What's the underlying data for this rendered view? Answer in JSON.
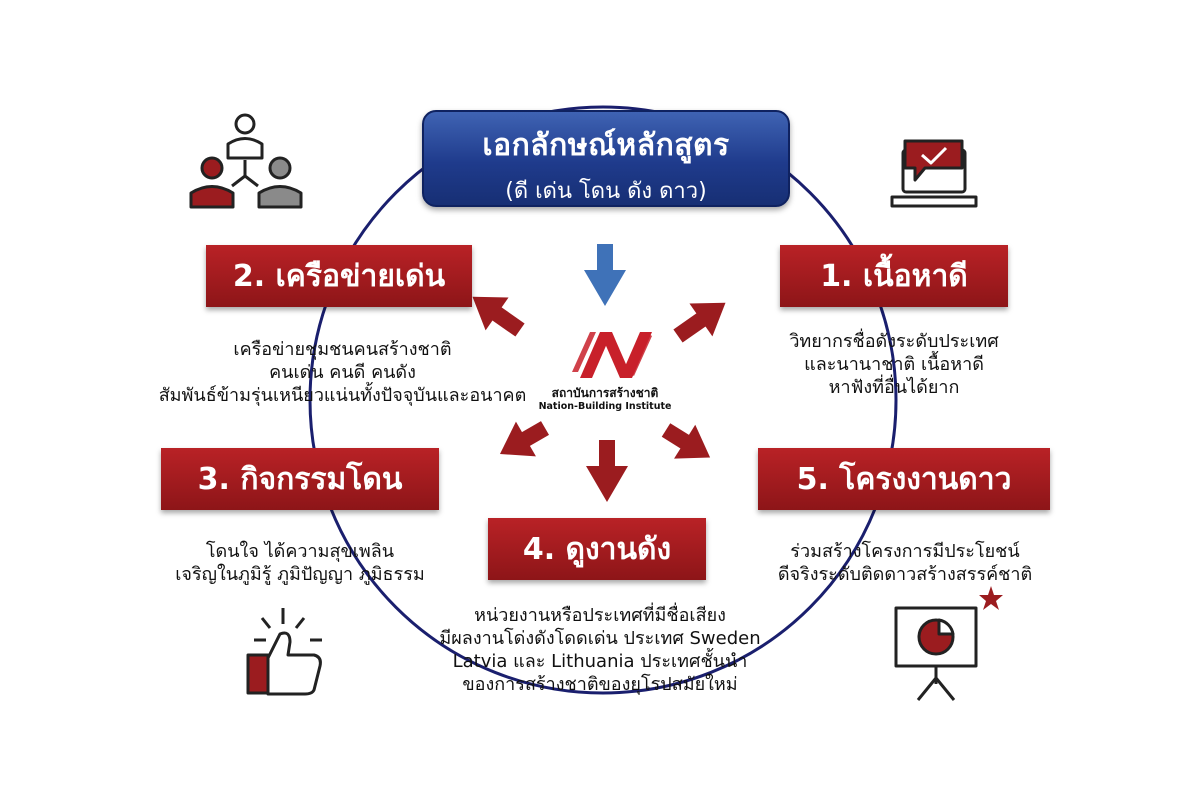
{
  "header": {
    "title": "เอกลักษณ์หลักสูตร",
    "subtitle": "(ดี เด่น โดน ดัง ดาว)"
  },
  "logo": {
    "name_th": "สถาบันการสร้างชาติ",
    "name_en": "Nation-Building Institute",
    "icon": "nbi-logo-icon"
  },
  "items": [
    {
      "label": "1. เนื้อหาดี",
      "icon": "laptop-chat-icon",
      "lines": [
        "วิทยากรชื่อดังระดับประเทศ",
        "และนานาชาติ เนื้อหาดี",
        "หาฟังที่อื่นได้ยาก"
      ]
    },
    {
      "label": "2. เครือข่ายเด่น",
      "icon": "network-people-icon",
      "lines": [
        "เครือข่ายชุมชนคนสร้างชาติ",
        "คนเด่น คนดี คนดัง",
        "สัมพันธ์ข้ามรุ่นเหนียวแน่นทั้งปัจจุบันและอนาคต"
      ]
    },
    {
      "label": "3. กิจกรรมโดน",
      "icon": "thumbs-up-icon",
      "lines": [
        "โดนใจ ได้ความสุขเพลิน",
        "เจริญในภูมิรู้ ภูมิปัญญา ภูมิธรรม"
      ]
    },
    {
      "label": "4. ดูงานดัง",
      "icon": "",
      "lines": [
        "หน่วยงานหรือประเทศที่มีชื่อเสียง",
        "มีผลงานโด่งดังโดดเด่น ประเทศ Sweden",
        "Latvia และ Lithuania ประเทศชั้นนำ",
        "ของการสร้างชาติของยุโรปสมัยใหม่"
      ]
    },
    {
      "label": "5. โครงงานดาว",
      "icon": "presentation-star-icon",
      "lines": [
        "ร่วมสร้างโครงการมีประโยชน์",
        "ดีจริงระดับติดดาวสร้างสรรค์ชาติ"
      ]
    }
  ],
  "colors": {
    "title_blue": "#1f3b8c",
    "label_red": "#a01b1e",
    "arrow_red": "#9b1c1f",
    "arrow_blue": "#3f72b8",
    "circle": "#1a1f6e",
    "icon_gray": "#8a8a8a"
  }
}
